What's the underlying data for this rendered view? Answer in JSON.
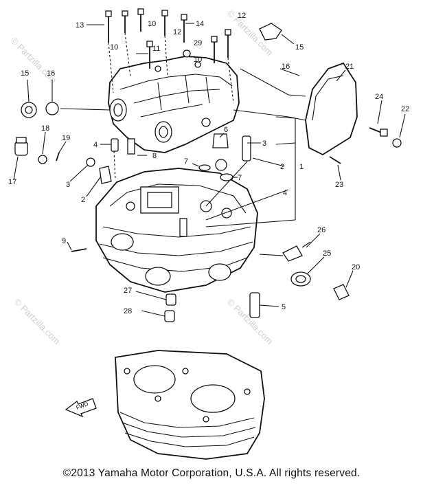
{
  "copyright": "©2013 Yamaha Motor Corporation, U.S.A. All rights reserved.",
  "watermark": "© Partzilla.com",
  "fwd_label": "FWD",
  "labels": {
    "l13": "13",
    "l10a": "10",
    "l10b": "10",
    "l12a": "12",
    "l14": "14",
    "l12b": "12",
    "l15a": "15",
    "l29": "29",
    "l11": "11",
    "l10c": "10",
    "l16a": "16",
    "l21": "21",
    "l15b": "15",
    "l16b": "16",
    "l24": "24",
    "l22": "22",
    "l18": "18",
    "l19": "19",
    "l17": "17",
    "l4a": "4",
    "l8": "8",
    "l6": "6",
    "l3a": "3",
    "l2a": "2",
    "l1": "1",
    "l7a": "7",
    "l7b": "7",
    "l3b": "3",
    "l2b": "2",
    "l23": "23",
    "l4b": "4",
    "l26": "26",
    "l9": "9",
    "l25": "25",
    "l20": "20",
    "l27": "27",
    "l5": "5",
    "l28": "28"
  }
}
